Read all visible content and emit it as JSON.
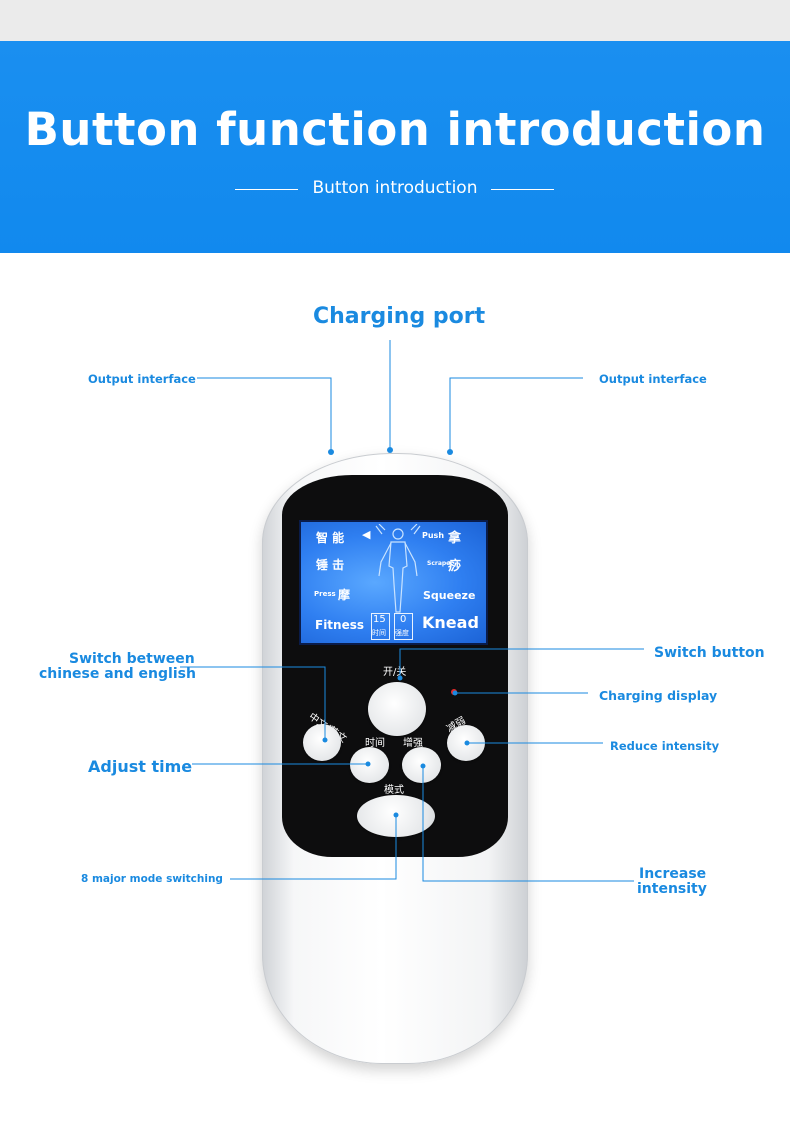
{
  "banner": {
    "title": "Button function introduction",
    "subtitle": "Button introduction"
  },
  "callouts": {
    "charging_port": "Charging port",
    "output_interface_left": "Output interface",
    "output_interface_right": "Output interface",
    "switch_button": "Switch button",
    "switch_between_line1": "Switch between",
    "switch_between_line2": "chinese and english",
    "charging_display": "Charging display",
    "reduce_intensity": "Reduce intensity",
    "adjust_time": "Adjust time",
    "mode_switching": "8 major mode switching",
    "increase_intensity_line1": "Increase",
    "increase_intensity_line2": "intensity"
  },
  "screen": {
    "smart": "智 能",
    "push_en": "Push",
    "push_cn": "拿",
    "hammer": "锤 击",
    "scrape_en": "Scrape",
    "scrape_cn": "痧",
    "press_en": "Press",
    "press_cn": "摩",
    "squeeze": "Squeeze",
    "fitness": "Fitness",
    "time_value": "15",
    "time_label": "时间",
    "intensity_value": "0",
    "intensity_label": "强度",
    "knead": "Knead"
  },
  "device_buttons": {
    "power": "开/关",
    "language": "中文/英文",
    "time": "时间",
    "increase": "增强",
    "decrease": "减弱",
    "mode": "模式"
  },
  "colors": {
    "banner": "#1189ee",
    "callout_text": "#1a8ae0",
    "leader_line": "#1a8ae0",
    "led": "#e52a2a"
  }
}
